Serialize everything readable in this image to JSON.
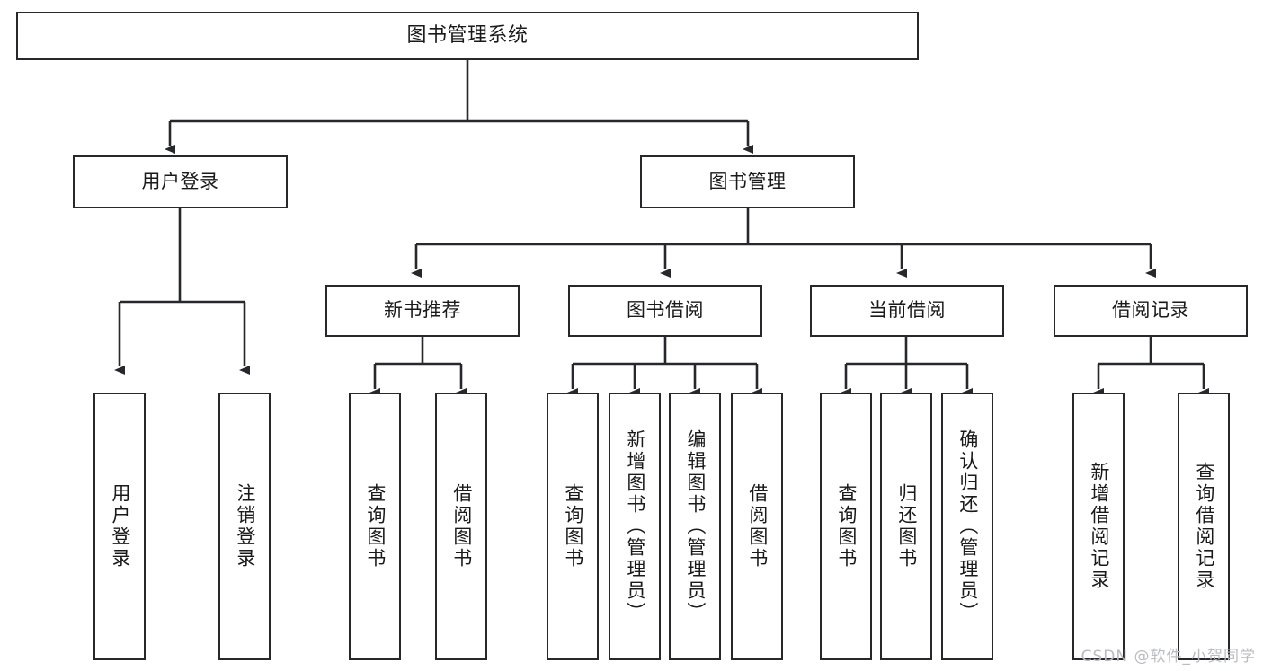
{
  "diagram": {
    "title": "图书管理系统",
    "type": "tree-hierarchy",
    "watermark": "CSDN @软件_小贺同学",
    "colors": {
      "box_border": "#26282b",
      "box_fill": "#ffffff",
      "connector": "#26282b",
      "text": "#1a1a1a",
      "watermark": "#b9bcc0"
    },
    "root": {
      "label": "图书管理系统"
    },
    "level1": [
      {
        "label": "用户登录"
      },
      {
        "label": "图书管理"
      }
    ],
    "level2": [
      {
        "label": "新书推荐"
      },
      {
        "label": "图书借阅"
      },
      {
        "label": "当前借阅"
      },
      {
        "label": "借阅记录"
      }
    ],
    "leaves": {
      "user_login": [
        {
          "label": "用户登录"
        },
        {
          "label": "注销登录"
        }
      ],
      "new_book": [
        {
          "label": "查询图书"
        },
        {
          "label": "借阅图书"
        }
      ],
      "borrow_book": [
        {
          "label": "查询图书"
        },
        {
          "label": "新增图书（管理员）"
        },
        {
          "label": "编辑图书（管理员）"
        },
        {
          "label": "借阅图书"
        }
      ],
      "current_borrow": [
        {
          "label": "查询图书"
        },
        {
          "label": "归还图书"
        },
        {
          "label": "确认归还（管理员）"
        }
      ],
      "borrow_record": [
        {
          "label": "新增借阅记录"
        },
        {
          "label": "查询借阅记录"
        }
      ]
    }
  }
}
